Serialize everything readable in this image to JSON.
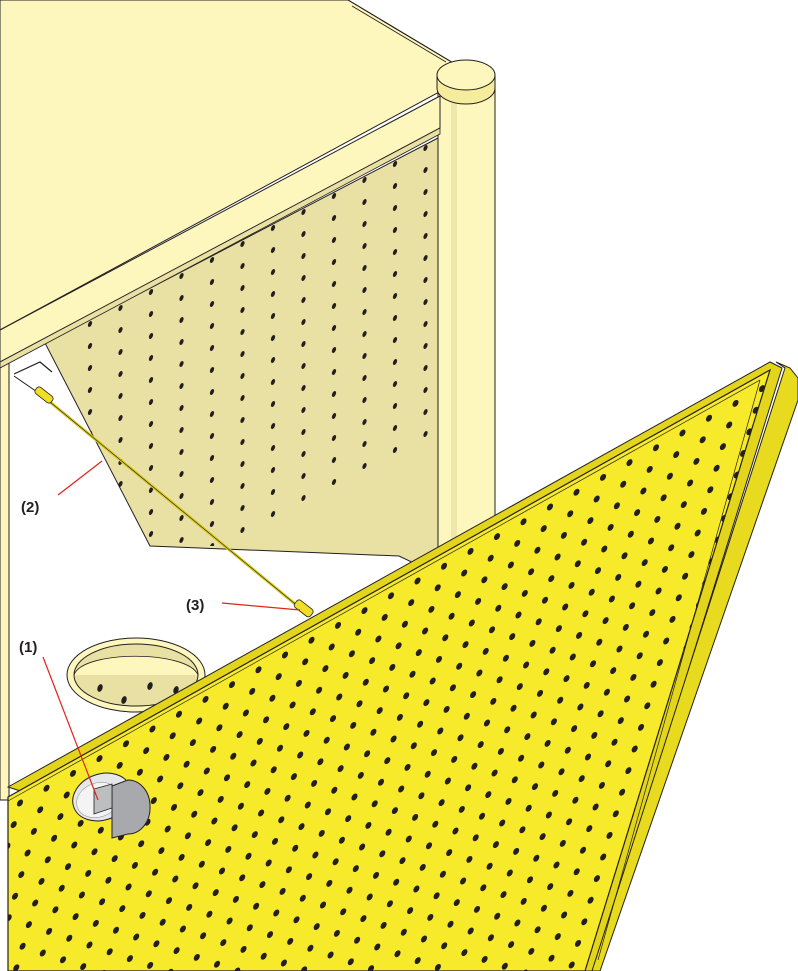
{
  "callouts": [
    {
      "id": "latch",
      "label": "(1)"
    },
    {
      "id": "cable",
      "label": "(2)"
    },
    {
      "id": "cable-end",
      "label": "(3)"
    }
  ],
  "colors": {
    "cabinet_face": "#fdf6bd",
    "cabinet_shadow": "#e9e0a4",
    "panel_yellow": "#f6ea2a",
    "panel_edge": "#e3d51c",
    "leader_line": "#e2231a",
    "hole": "#231f20"
  }
}
